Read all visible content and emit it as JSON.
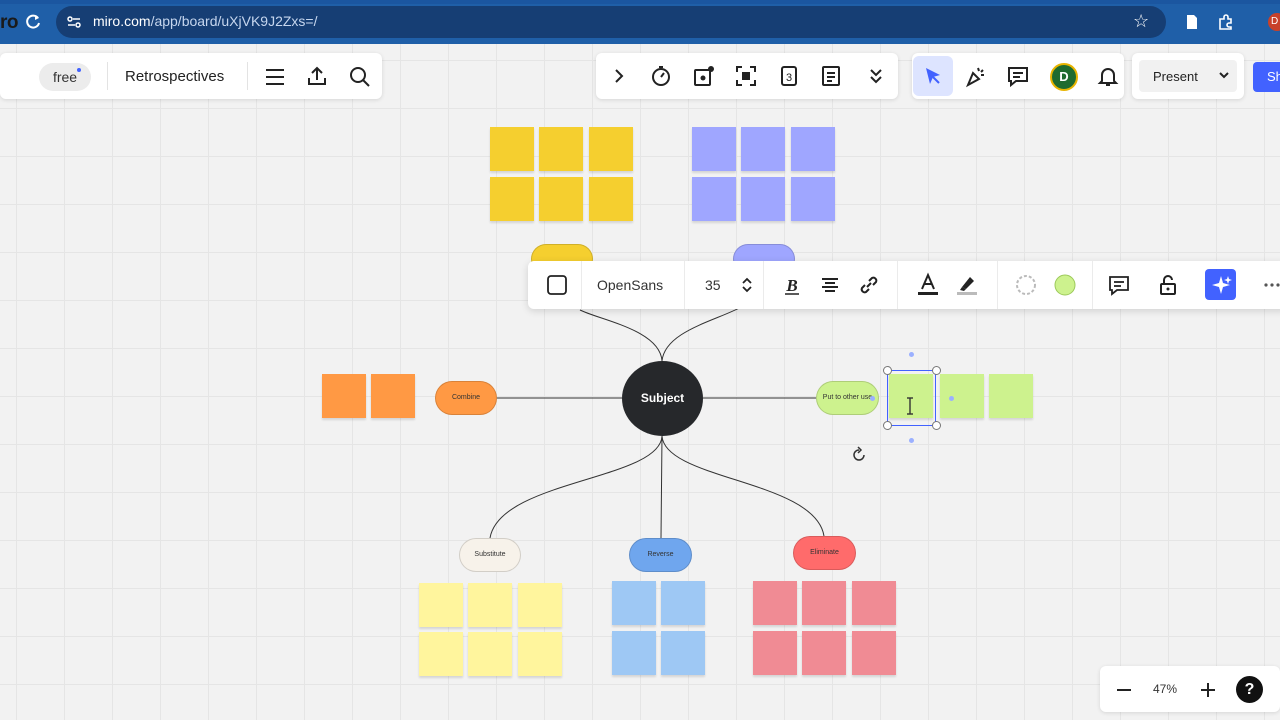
{
  "browser": {
    "url_host": "miro.com",
    "url_path": "/app/board/uXjVK9J2Zxs=/",
    "profile_initial": "D"
  },
  "topbar": {
    "logo": "ro",
    "plan_badge": "free",
    "board_title": "Retrospectives",
    "present_label": "Present",
    "share_label": "Sh",
    "avatar_initial": "D"
  },
  "format_toolbar": {
    "font_family": "OpenSans",
    "font_size": "35",
    "fill_color": "#cdf28e"
  },
  "mindmap": {
    "center": "Subject",
    "branches": {
      "left": "Combine",
      "right": "Put to other use",
      "bottom_left": "Substitute",
      "bottom_center": "Reverse",
      "bottom_right": "Eliminate"
    }
  },
  "zoom": {
    "level": "47%"
  },
  "colors": {
    "accent": "#4262ff",
    "yellow": "#f5cf2f",
    "purple": "#9fa6ff",
    "orange": "#ff9944",
    "green": "#cdf28e",
    "light_yellow": "#fff59d",
    "light_blue": "#9ec8f4",
    "red": "#f08b94"
  },
  "icons": {
    "browser": [
      "reload-icon",
      "site-settings-icon",
      "bookmark-star-icon",
      "document-icon",
      "extension-icon"
    ],
    "left_toolbar": [
      "menu-icon",
      "upload-icon",
      "search-icon"
    ],
    "mid_toolbar": [
      "chevron-right-icon",
      "timer-icon",
      "voting-icon",
      "frame-focus-icon",
      "numbered-icon",
      "notes-icon",
      "chevron-double-down-icon"
    ],
    "right_toolbar": [
      "select-cursor-icon",
      "reactions-icon",
      "comments-icon",
      "bell-icon",
      "chevron-down-icon"
    ],
    "format": [
      "shape-square-icon",
      "stepper-icon",
      "bold-icon",
      "align-center-icon",
      "link-icon",
      "text-color-icon",
      "highlighter-icon",
      "border-icon",
      "fill-color-icon",
      "comment-icon",
      "unlock-icon",
      "ai-sparkle-icon",
      "more-icon"
    ]
  }
}
